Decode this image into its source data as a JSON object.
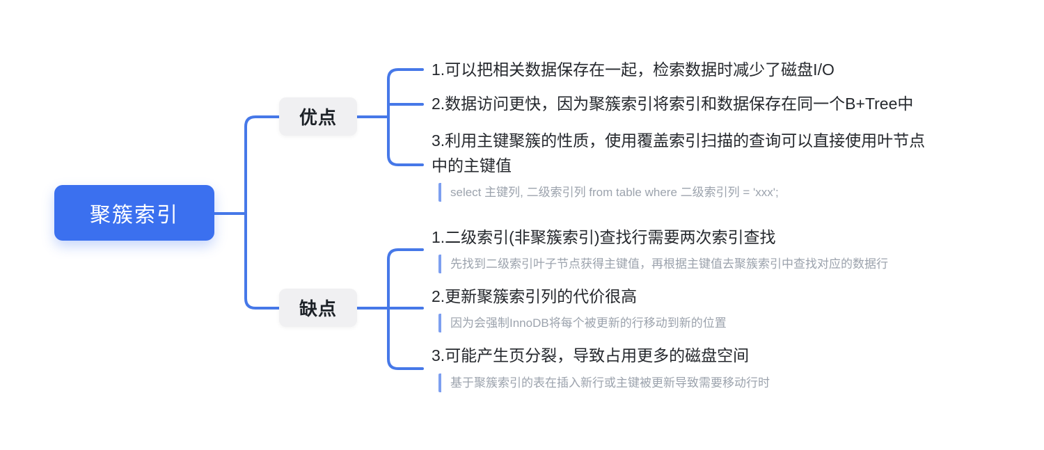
{
  "palette": {
    "root_bg": "#3B70EF",
    "root_text": "#FFFFFF",
    "branch_line": "#4678E8",
    "label_bg": "#F0F0F2",
    "label_text": "#1C2127",
    "item_text": "#25282D",
    "note_bar": "#7D9FF0",
    "note_text": "#9CA3AD",
    "canvas_bg": "#FFFFFF"
  },
  "root": {
    "label": "聚簇索引"
  },
  "advantages": {
    "label": "优点",
    "items": [
      {
        "text": "1.可以把相关数据保存在一起，检索数据时减少了磁盘I/O"
      },
      {
        "text": "2.数据访问更快，因为聚簇索引将索引和数据保存在同一个B+Tree中"
      },
      {
        "text": "3.利用主键聚簇的性质，使用覆盖索引扫描的查询可以直接使用叶节点\n中的主键值",
        "note": "select 主键列, 二级索引列 from table where 二级索引列 = 'xxx';"
      }
    ]
  },
  "disadvantages": {
    "label": "缺点",
    "items": [
      {
        "text": "1.二级索引(非聚簇索引)查找行需要两次索引查找",
        "note": "先找到二级索引叶子节点获得主键值，再根据主键值去聚簇索引中查找对应的数据行"
      },
      {
        "text": "2.更新聚簇索引列的代价很高",
        "note": "因为会强制InnoDB将每个被更新的行移动到新的位置"
      },
      {
        "text": "3.可能产生页分裂，导致占用更多的磁盘空间",
        "note": "基于聚簇索引的表在插入新行或主键被更新导致需要移动行时"
      }
    ]
  }
}
